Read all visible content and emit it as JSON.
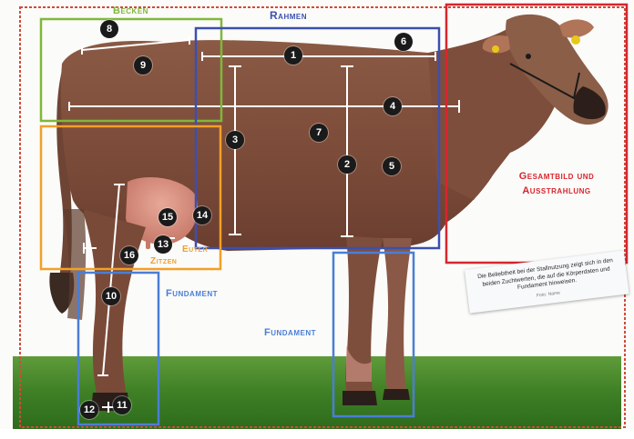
{
  "labels": {
    "becken": "Becken",
    "rahmen": "Rahmen",
    "gesamtbild": "Gesamtbild und Ausstrahlung",
    "euter": "Euter",
    "zitzen": "Zitzen",
    "fundament_left": "Fundament",
    "fundament_right": "Fundament"
  },
  "colors": {
    "becken": "#7fb83a",
    "rahmen": "#3c4fb0",
    "gesamtbild": "#d6262e",
    "euter": "#f2a028",
    "fundament": "#4a7ed6",
    "page_border": "#d24a3a"
  },
  "markers": [
    "1",
    "2",
    "3",
    "4",
    "5",
    "6",
    "7",
    "8",
    "9",
    "10",
    "11",
    "12",
    "13",
    "14",
    "15",
    "16"
  ],
  "caption": {
    "text": "Die Beliebtheit bei der Stallnutzung zeigt sich in den beiden Zuchtwerten, die auf die Körperdaten und Fundament hinweisen.",
    "signature": "Foto: Name"
  }
}
